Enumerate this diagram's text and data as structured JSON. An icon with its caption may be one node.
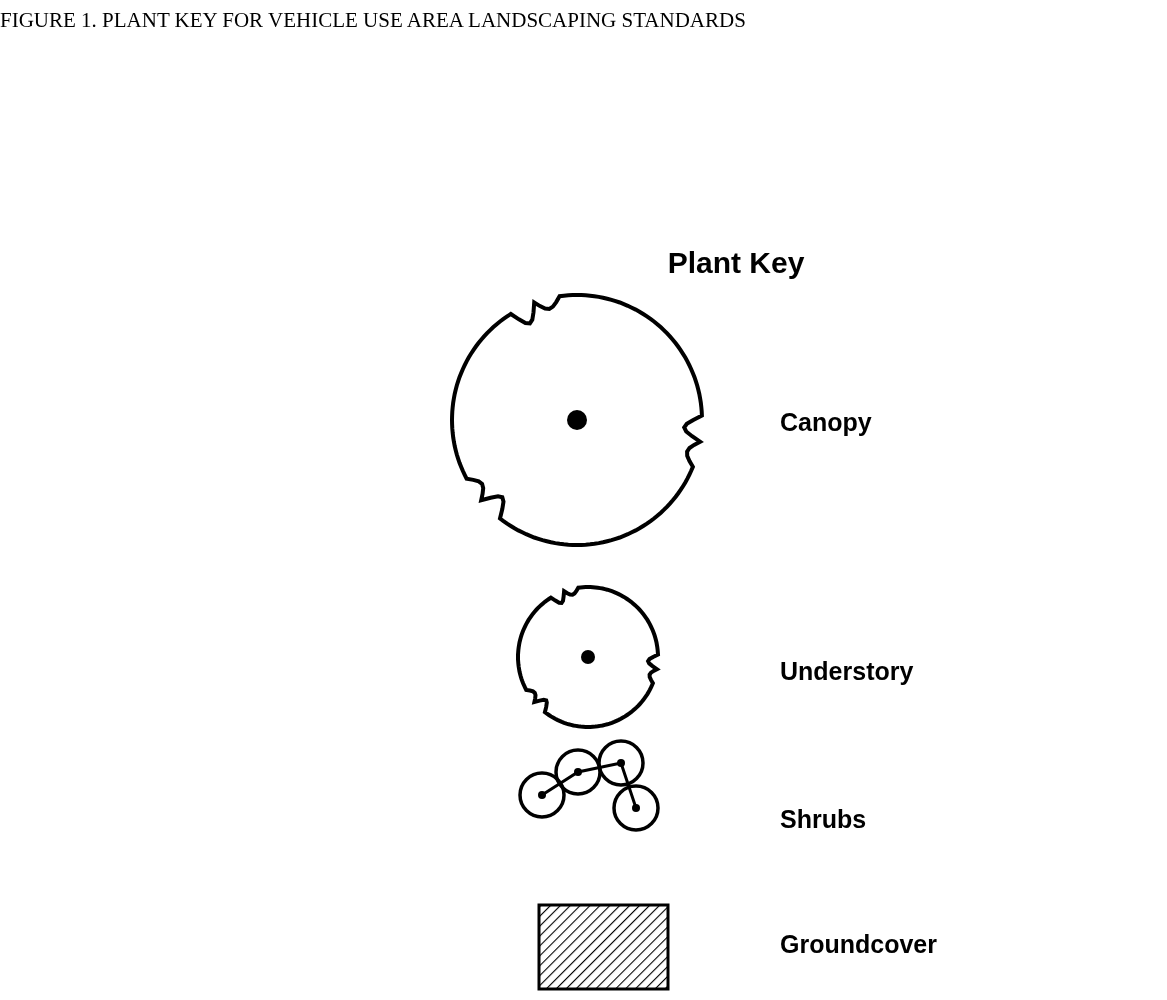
{
  "diagram": {
    "title": "FIGURE 1. PLANT KEY FOR VEHICLE USE AREA LANDSCAPING STANDARDS",
    "labels": [
      "Plant Key"
    ],
    "legend": [
      {
        "text": "Canopy"
      },
      {
        "text": "Understory"
      },
      {
        "text": "Shrubs"
      },
      {
        "text": "Groundcover"
      }
    ]
  }
}
